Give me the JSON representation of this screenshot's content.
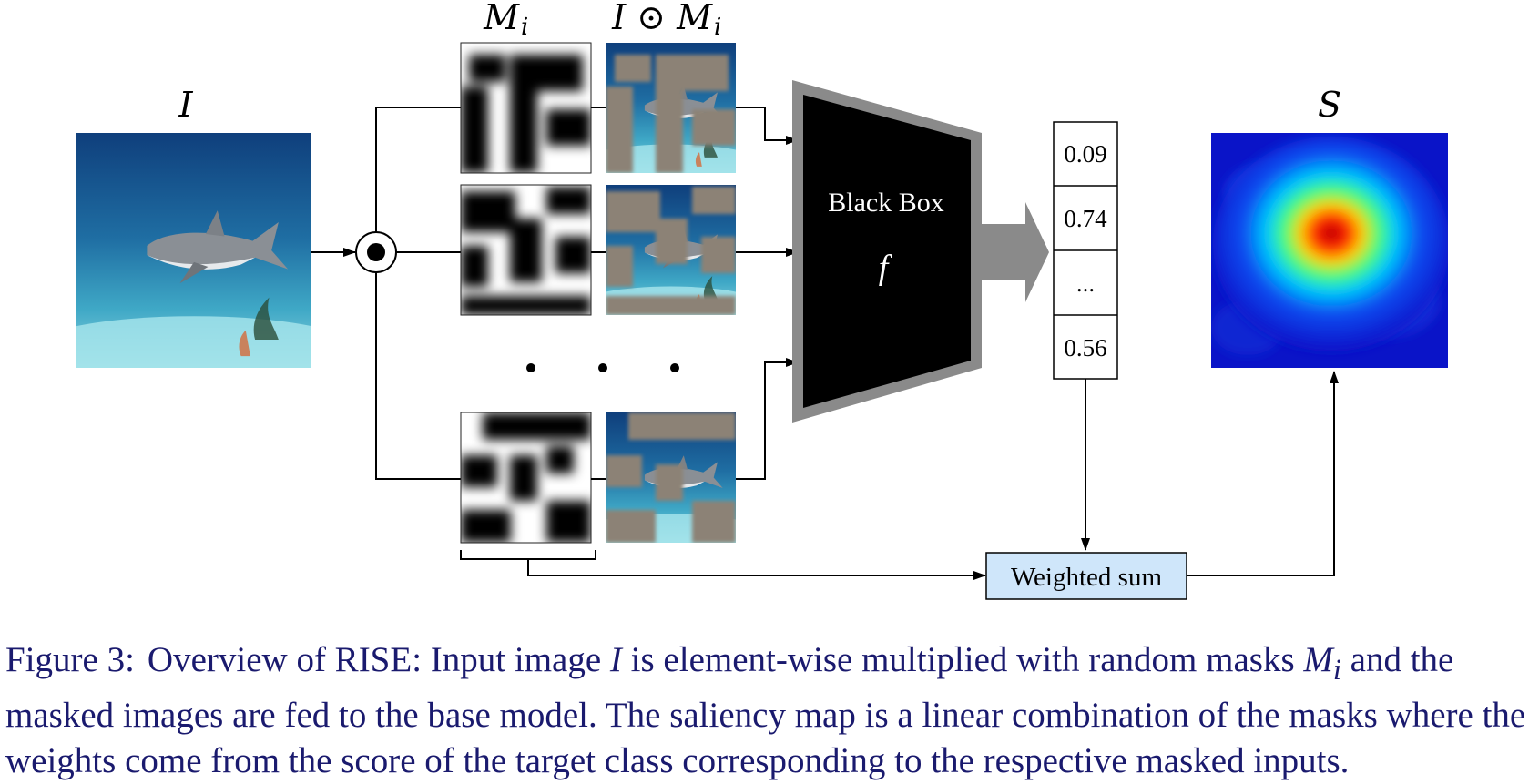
{
  "labels": {
    "input": "I",
    "mask": "M",
    "mask_sub": "i",
    "masked_prefix": "I ⊙ M",
    "masked_sub": "i",
    "saliency": "S"
  },
  "black_box": {
    "title": "Black Box",
    "symbol": "f"
  },
  "scores": [
    "0.09",
    "0.74",
    "...",
    "0.56"
  ],
  "weighted_sum_label": "Weighted sum",
  "caption": {
    "figure_label": "Figure 3:",
    "part1": "Overview of RISE: Input image ",
    "var_I": "I",
    "part2": " is element-wise multiplied with random masks ",
    "var_M": "M",
    "var_M_sub": "i",
    "part3": " and the masked images are fed to the base model. The saliency map is a linear combination of the masks where the weights come from the score of the target class corresponding to the respective masked inputs."
  },
  "colors": {
    "caption_text": "#1a1a6e",
    "weighted_sum_fill": "#cfe6fa",
    "black_box_border": "#8a8a8a",
    "arrow_gray": "#8a8a8a",
    "mask_gray": "#8c8276"
  }
}
